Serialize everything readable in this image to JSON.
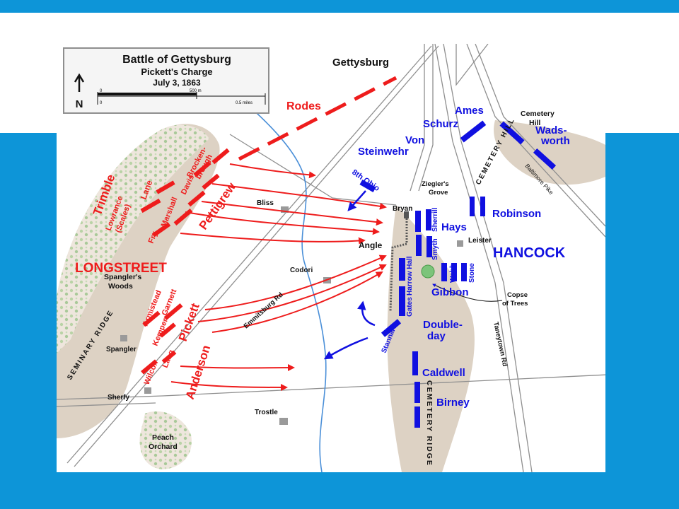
{
  "slide": {
    "accent_color": "#0d95d8"
  },
  "map": {
    "legend": {
      "title": "Battle of Gettysburg",
      "subtitle": "Pickett's Charge",
      "date": "July 3, 1863",
      "north": "N",
      "scale_m": "500 m",
      "scale_miles": "0.5 miles",
      "scale_zero_top": "0",
      "scale_zero_bottom": "0"
    },
    "places": {
      "gettysburg": "Gettysburg",
      "cemetery_hill": "Cemetery Hill",
      "cemetery_hill_vertical": "CEMETERY HILL",
      "baltimore_pike": "Baltimore Pike",
      "zieglers_grove": "Ziegler's Grove",
      "bryan": "Bryan",
      "bliss": "Bliss",
      "angle": "Angle",
      "leister": "Leister",
      "codori": "Codori",
      "spanglers_woods": "Spangler's Woods",
      "spangler": "Spangler",
      "seminary_ridge": "SEMINARY RIDGE",
      "emmitsburg_rd": "Emmitsburg Rd",
      "copse_of_trees": "Copse of Trees",
      "taneytown_rd": "Taneytown Rd",
      "cemetery_ridge": "CEMETERY RIDGE",
      "sherfy": "Sherfy",
      "trostle": "Trostle",
      "peach_orchard": "Peach Orchard"
    },
    "confederate": {
      "color": "#ee1c1c",
      "rodes": "Rodes",
      "trimble": "Trimble",
      "lane": "Lane",
      "brockenbrough": "Brocken-brough",
      "lowrance_scales": "Lowrance (Scales)",
      "davis": "Davis",
      "marshall": "Marshall",
      "fry": "Fry",
      "pettigrew": "Pettigrew",
      "longstreet": "LONGSTREET",
      "armistead": "Armistead",
      "garnett": "Garnett",
      "kemper": "Kemper",
      "pickett": "Pickett",
      "wilcox": "Wilcox",
      "lang": "Lang",
      "anderson": "Anderson"
    },
    "union": {
      "color": "#1010e0",
      "ames": "Ames",
      "schurz": "Schurz",
      "von_steinwehr": "Von Steinwehr",
      "wadsworth": "Wads-worth",
      "eighth_ohio": "8th Ohio",
      "robinson": "Robinson",
      "hays": "Hays",
      "sherrill": "Sherrill",
      "smyth": "Smyth",
      "hancock": "HANCOCK",
      "webb": "Webb",
      "stone": "Stone",
      "gibbon": "Gibbon",
      "harrow": "Harrow",
      "hall": "Hall",
      "gates": "Gates",
      "stannard": "Stannard",
      "doubleday": "Double-day",
      "caldwell": "Caldwell",
      "birney": "Birney"
    }
  }
}
